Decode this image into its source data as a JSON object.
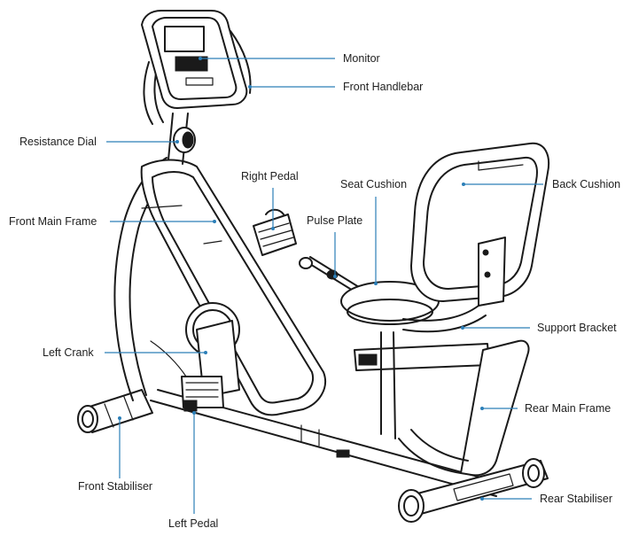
{
  "labels": {
    "monitor": "Monitor",
    "front_handlebar": "Front Handlebar",
    "resistance_dial": "Resistance Dial",
    "right_pedal": "Right Pedal",
    "seat_cushion": "Seat Cushion",
    "back_cushion": "Back Cushion",
    "front_main_frame": "Front Main Frame",
    "pulse_plate": "Pulse Plate",
    "support_bracket": "Support Bracket",
    "left_crank": "Left Crank",
    "rear_main_frame": "Rear Main Frame",
    "front_stabiliser": "Front Stabiliser",
    "rear_stabiliser": "Rear Stabiliser",
    "left_pedal": "Left Pedal"
  },
  "colors": {
    "leader_line": "#2c7fb8",
    "line_art": "#1a1a1a",
    "text": "#1f1f1f",
    "background": "#ffffff"
  }
}
